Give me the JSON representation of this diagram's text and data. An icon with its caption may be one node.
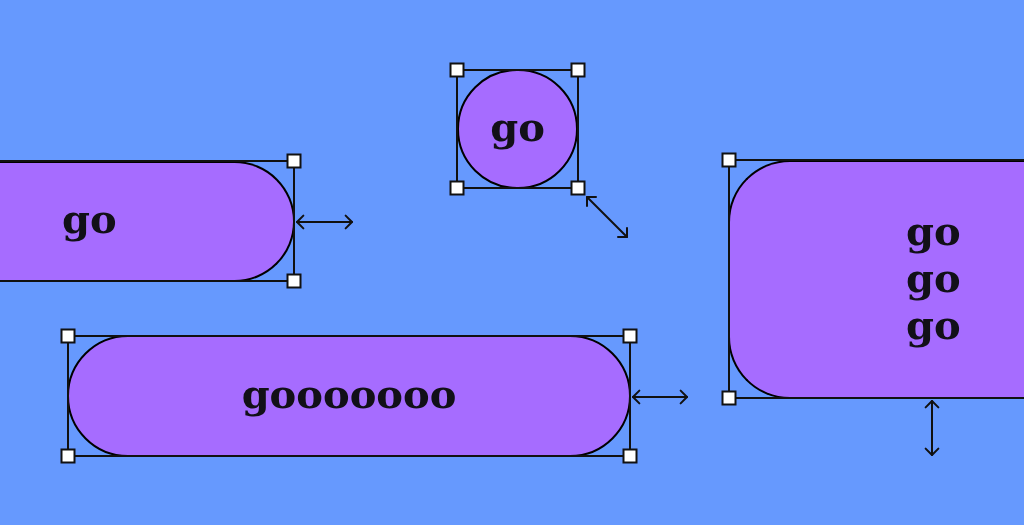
{
  "diagram": {
    "nodes": [
      {
        "text": [
          "go"
        ]
      },
      {
        "text": [
          "go"
        ]
      },
      {
        "text": [
          "go go go"
        ]
      },
      {
        "text": [
          "gooooooo"
        ]
      }
    ]
  }
}
